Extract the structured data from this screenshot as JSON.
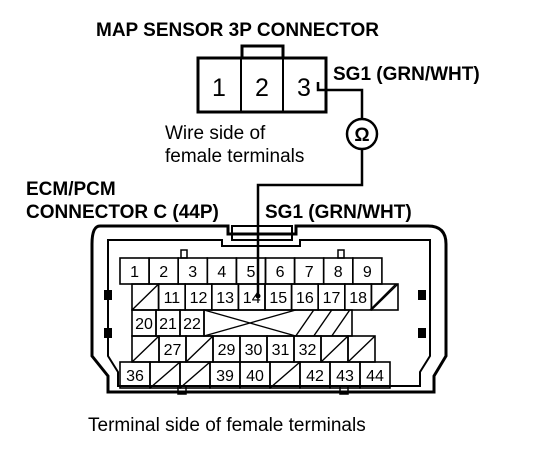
{
  "map_connector": {
    "title": "MAP SENSOR 3P CONNECTOR",
    "pins": [
      "1",
      "2",
      "3"
    ],
    "wire_label": "SG1 (GRN/WHT)",
    "side_note_line1": "Wire side of",
    "side_note_line2": "female terminals"
  },
  "meter": {
    "symbol": "Ω"
  },
  "ecm_connector": {
    "title_line1": "ECM/PCM",
    "title_line2": "CONNECTOR C (44P)",
    "wire_label": "SG1 (GRN/WHT)",
    "footer": "Terminal side of female terminals",
    "terminals": {
      "row1": [
        "1",
        "2",
        "3",
        "4",
        "5",
        "6",
        "7",
        "8",
        "9"
      ],
      "row2": [
        "",
        "11",
        "12",
        "13",
        "14",
        "15",
        "16",
        "17",
        "18",
        ""
      ],
      "row3": [
        "20",
        "21",
        "22",
        "",
        "",
        "",
        "",
        "",
        ""
      ],
      "row4": [
        "",
        "27",
        "",
        "29",
        "30",
        "31",
        "32",
        "",
        ""
      ],
      "row5": [
        "36",
        "",
        "",
        "39",
        "40",
        "",
        "42",
        "43",
        "44"
      ]
    }
  }
}
